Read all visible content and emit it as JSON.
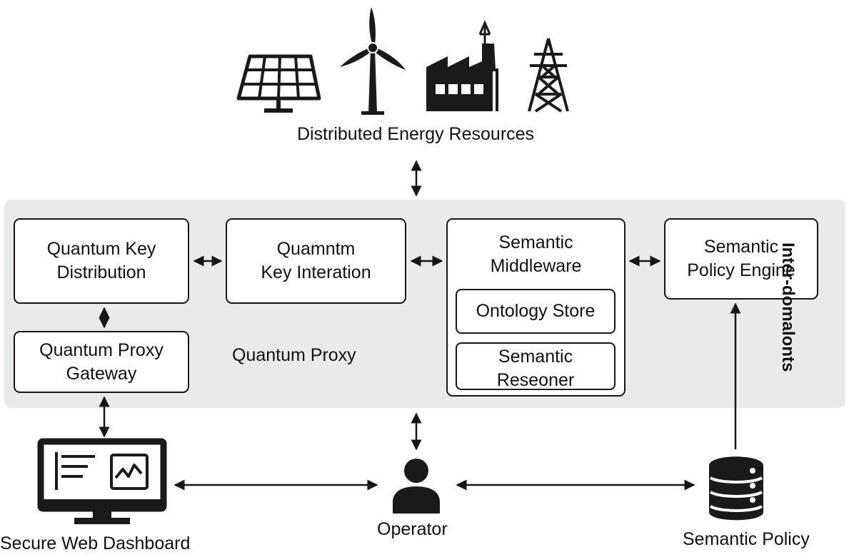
{
  "top": {
    "label": "Distributed Energy Resources"
  },
  "icons": [
    "solar-panel-icon",
    "wind-turbine-icon",
    "factory-icon",
    "transmission-tower-icon"
  ],
  "boxes": {
    "qkd": [
      "Quantum Key",
      "Distribution"
    ],
    "qki": [
      "Quamntm",
      "Key Interation"
    ],
    "sm": [
      "Semantic",
      "Middleware"
    ],
    "ontology": "Ontology Store",
    "reasoner": [
      "Semantic",
      "Reseoner"
    ],
    "spe": [
      "Semantic",
      "Policy Engine"
    ],
    "qpg": [
      "Quantum Proxy",
      "Gateway"
    ]
  },
  "labels": {
    "quantum_proxy": "Quantum Proxy",
    "inter_domain": "Inter-domalonts",
    "dashboard": "Secure Web Dashboard",
    "operator": "Operator",
    "policy": "Semantic Policy"
  },
  "colors": {
    "band": "#e9ebea",
    "stroke": "#161616",
    "icon": "#1a1a1a"
  }
}
